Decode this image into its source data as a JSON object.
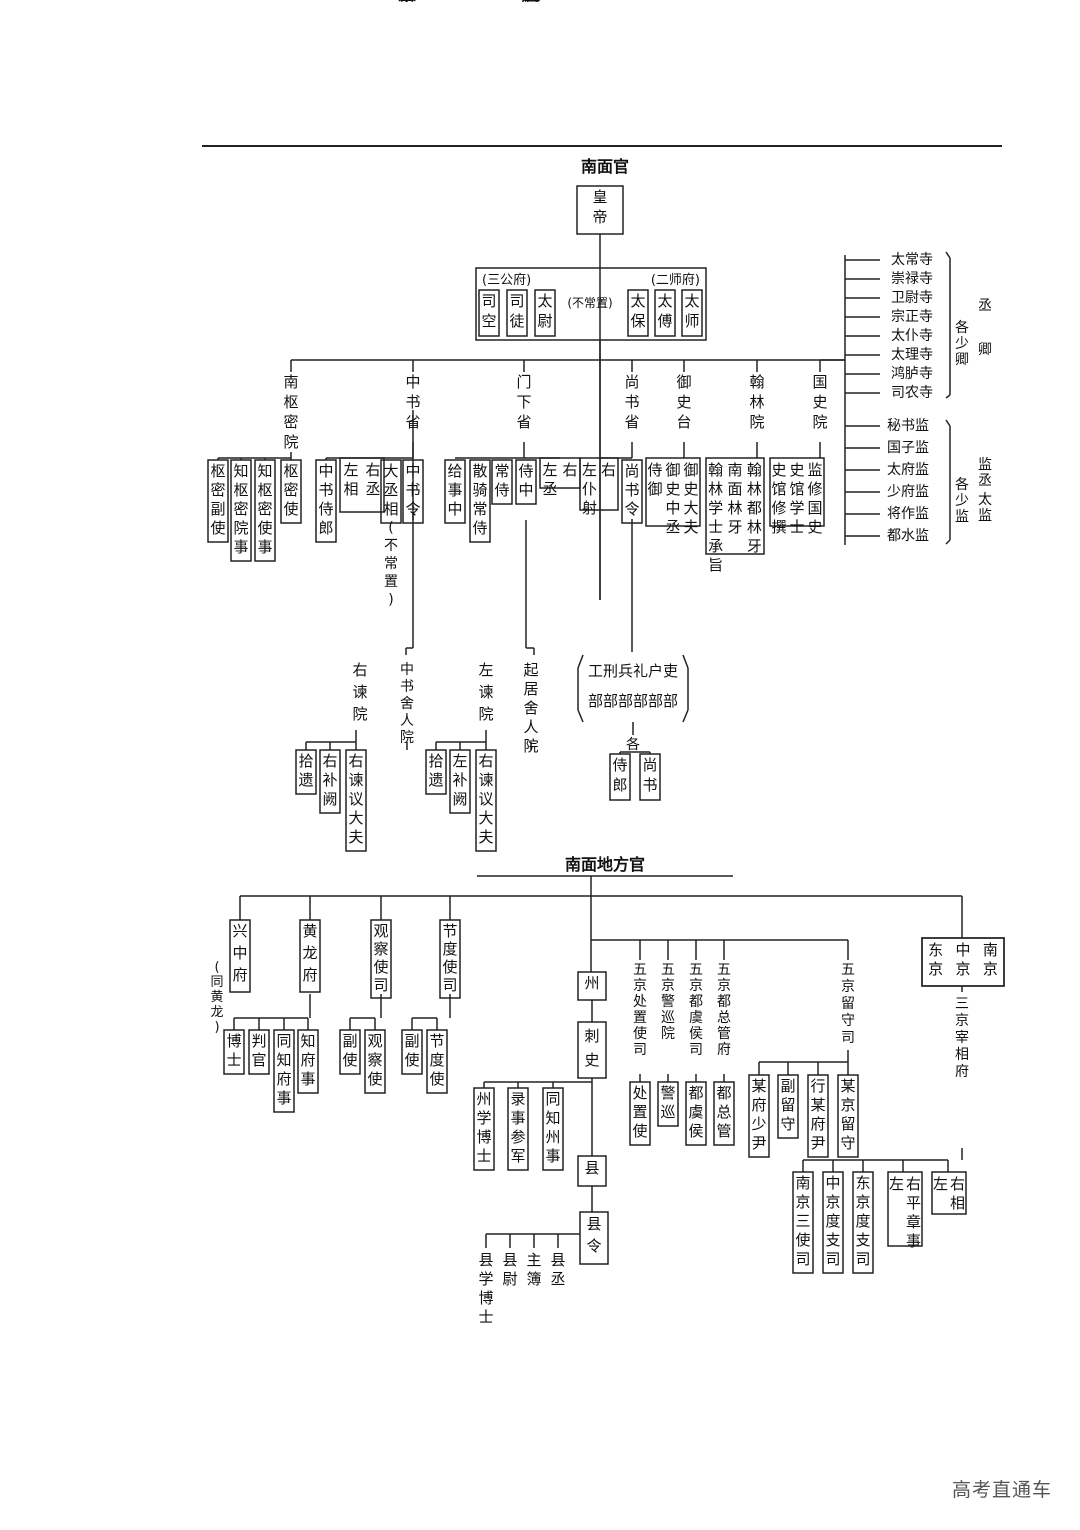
{
  "titles": {
    "central": "南面官",
    "local": "南面地方官"
  },
  "emperor": "皇帝",
  "sangong": "(三公府)",
  "sanshi": "(二师府)",
  "not_regular": "(不常置)",
  "sangong_items": [
    "司空",
    "司徒",
    "太尉"
  ],
  "sanshi_items": [
    "太保",
    "太傅",
    "太师"
  ],
  "temples": [
    "太常寺",
    "崇禄寺",
    "卫尉寺",
    "宗正寺",
    "太仆寺",
    "太理寺",
    "鸿胪寺",
    "司农寺"
  ],
  "temples_label": [
    "丞",
    "各少卿",
    "卿"
  ],
  "directorates": [
    "秘书监",
    "国子监",
    "太府监",
    "少府监",
    "将作监",
    "都水监"
  ],
  "directorates_label": [
    "监丞",
    "各少监",
    "太监"
  ],
  "departments": [
    "南枢密院",
    "中书省",
    "门下省",
    "尚书省",
    "御史台",
    "翰林院",
    "国史院"
  ],
  "shumi_sub": [
    "枢密副使",
    "知枢密院事",
    "知枢密使事",
    "枢密使"
  ],
  "zhongshu_sub": [
    "中书侍郎",
    "左右丞相",
    "大丞相",
    "中书令"
  ],
  "zhongshu_note": "(不常置)",
  "menxia_sub": [
    "给事中",
    "散骑常侍",
    "常侍",
    "侍中",
    "左右丞"
  ],
  "shangshu_sub": [
    "左右仆射",
    "尚书令"
  ],
  "yushi_sub": [
    "侍御",
    "御史中丞",
    "御史大夫"
  ],
  "hanlin_sub": [
    "翰林学士承旨",
    "南面林牙",
    "翰林都林牙"
  ],
  "guoshi_sub": [
    "史馆修撰",
    "史馆学士",
    "监修国史"
  ],
  "youjian": "右谏院",
  "youjian_sub": [
    "拾遗",
    "右补阙",
    "右谏议大夫"
  ],
  "zhongshu_sheren_yuan": "中书舍人院",
  "zhongshu_sheren": "中书舍人",
  "zuojian": "左谏院",
  "zuojian_sub": [
    "拾遗",
    "左补阙",
    "右谏议大夫"
  ],
  "qiju_yuan": "起居舍人院",
  "qiju": "起居舍人",
  "six_boards_top": "工刑兵礼户吏",
  "six_boards_bottom": "部部部部部部",
  "each": "各",
  "boards_sub": [
    "侍郎",
    "尚书"
  ],
  "local_units": [
    "兴中府",
    "黄龙府",
    "观察使司",
    "节度使司"
  ],
  "xingzhong_note": "(同黄龙)",
  "huanglong_sub": [
    "博士",
    "判官",
    "同知府事",
    "知府事"
  ],
  "guancha_sub": [
    "副使",
    "观察使"
  ],
  "jiedu_sub": [
    "副使",
    "节度使"
  ],
  "zhou": "州",
  "cishi": "刺史",
  "zhou_sub": [
    "州学博士",
    "录事参军",
    "同知州事"
  ],
  "xian": "县",
  "xianling": "县令",
  "xian_sub": [
    "县学博士",
    "县尉",
    "主簿",
    "县丞"
  ],
  "wujing": [
    "五京处置使司",
    "五京警巡院",
    "五京都虞侯司",
    "五京都总管府"
  ],
  "wujing_sub": [
    "处置使",
    "警巡",
    "都虞侯",
    "都总管"
  ],
  "liushou": "五京留守司",
  "liushou_sub": [
    "某府少尹",
    "副留守",
    "行某府尹",
    "某京留守"
  ],
  "three_capitals": [
    "东京",
    "中京",
    "南京"
  ],
  "zaixiang": "三京宰相府",
  "zaixiang_sub": [
    "南京三使司",
    "中京度支司",
    "东京度支司",
    "左右平章事",
    "左右相"
  ],
  "watermark": "高考直通车"
}
